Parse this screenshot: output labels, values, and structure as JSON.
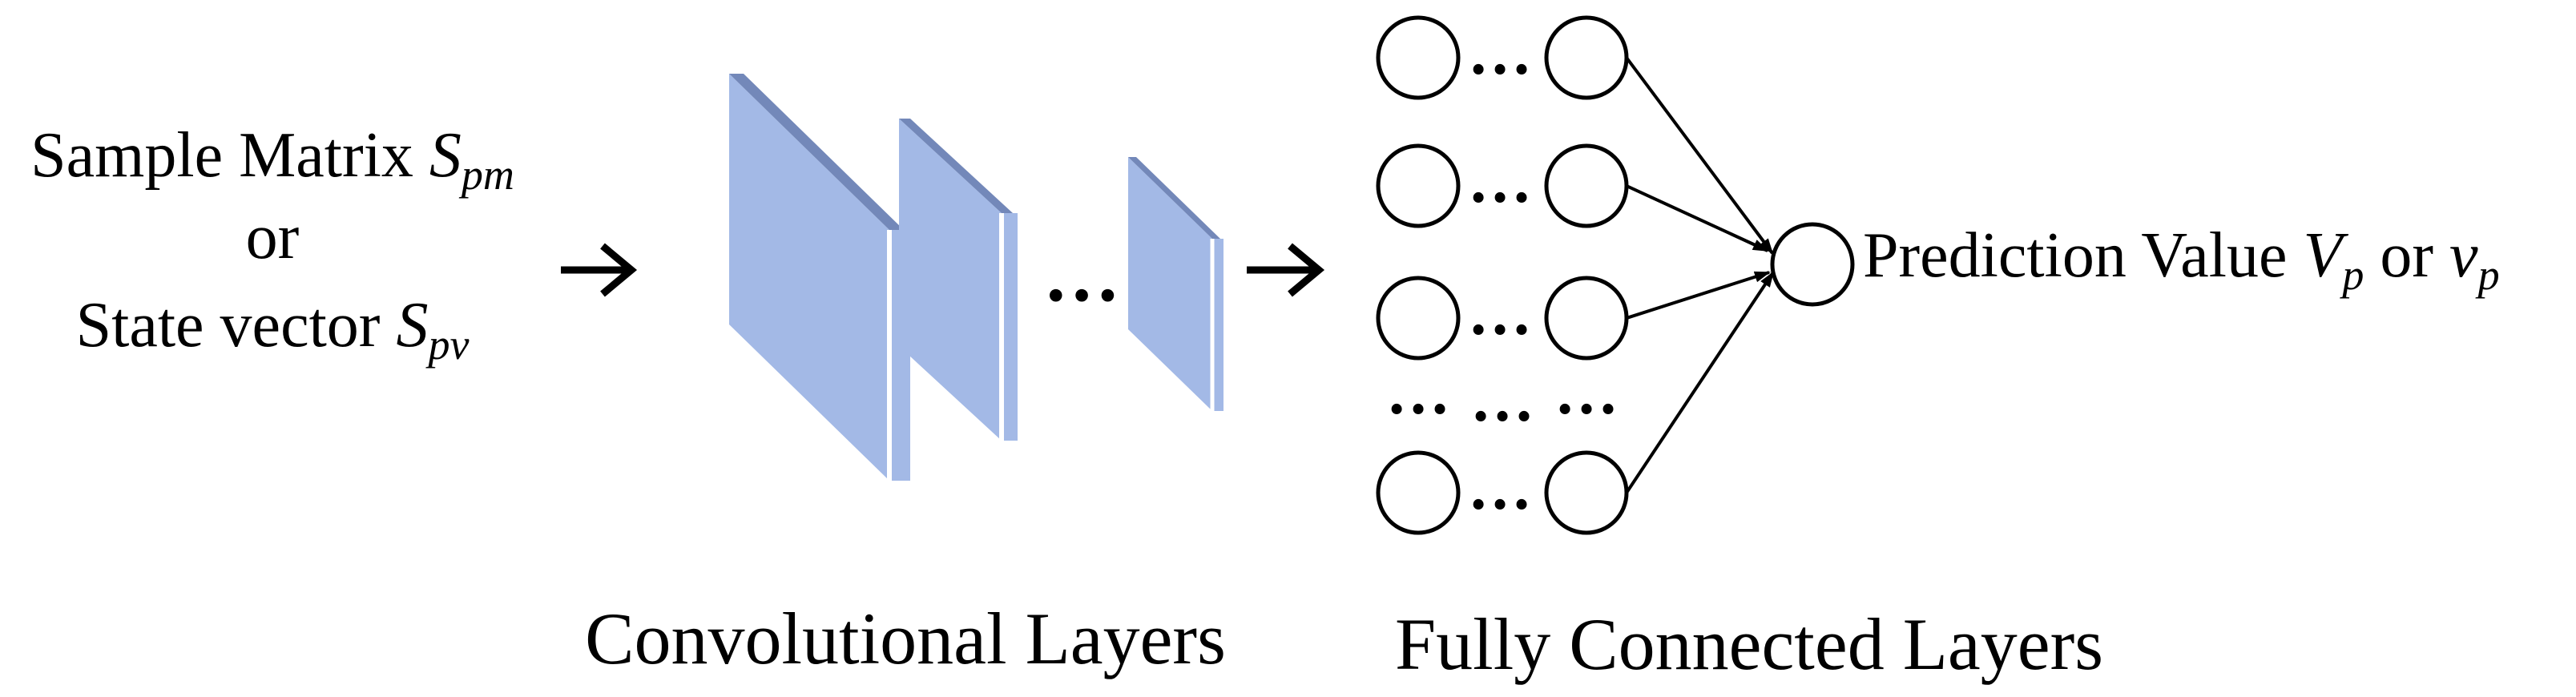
{
  "input": {
    "line1": {
      "text": "Sample Matrix ",
      "var": "S",
      "sub": "pm"
    },
    "line2": {
      "text": "or"
    },
    "line3": {
      "text": "State vector ",
      "var": "S",
      "sub": "pv"
    }
  },
  "conv": {
    "caption": "Convolutional Layers",
    "ellipsis": "…",
    "fill_color": "#a3b9e6",
    "edge_color": "#7388b9"
  },
  "fc": {
    "caption": "Fully Connected Layers",
    "row_ellipsis": "…",
    "col_ellipsis": [
      "…",
      "…",
      "…"
    ]
  },
  "output": {
    "prefix": "Prediction Value ",
    "var1": "V",
    "sub1": "p",
    "middle": " or ",
    "var2": "v",
    "sub2": "p"
  }
}
